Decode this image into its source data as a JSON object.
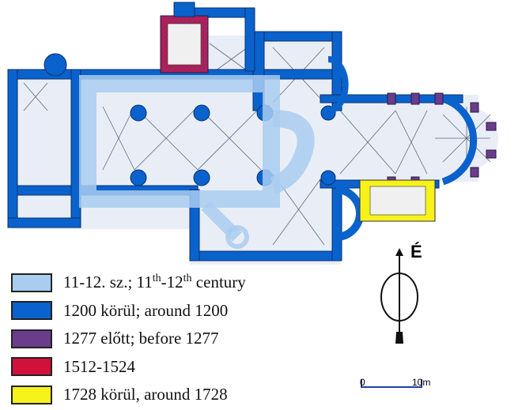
{
  "legend": {
    "items": [
      {
        "color": "#a9cdf0",
        "label_pre": "11-12. sz.; 11",
        "sup1": "th",
        "mid": "-12",
        "sup2": "th",
        "label_post": " century"
      },
      {
        "color": "#0a62cc",
        "label": "1200 körül; around 1200"
      },
      {
        "color": "#6b3c8c",
        "label": "1277 előtt; before 1277"
      },
      {
        "color": "#d2103c",
        "label": "1512-1524"
      },
      {
        "color": "#f6f21a",
        "label": "1728 körül, around 1728"
      }
    ]
  },
  "compass": {
    "north_label": "É"
  },
  "scale_bar": {
    "start_label": "0",
    "end_label": "10m"
  }
}
